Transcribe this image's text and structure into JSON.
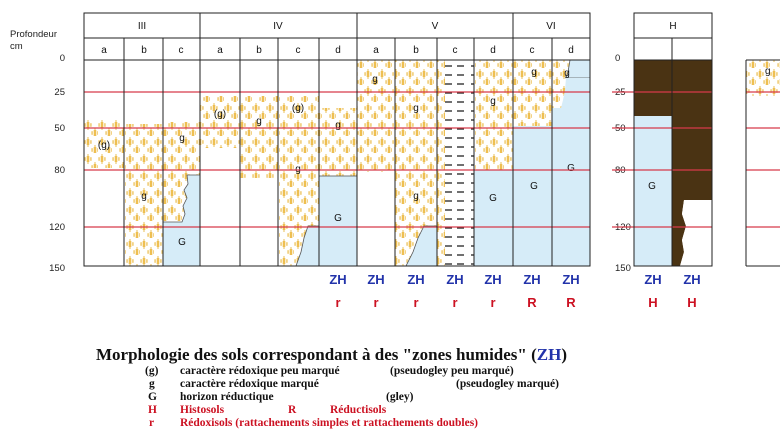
{
  "depth_axis": {
    "label_line1": "Profondeur",
    "label_line2": "cm",
    "ticks": [
      "0",
      "25",
      "50",
      "80",
      "120",
      "150"
    ]
  },
  "groups": [
    "III",
    "IV",
    "V",
    "VI",
    "H"
  ],
  "columns": [
    "a",
    "b",
    "c",
    "a",
    "b",
    "c",
    "d",
    "a",
    "b",
    "c",
    "d",
    "c",
    "d"
  ],
  "h_columns": [
    "",
    ""
  ],
  "cell_symbols": {
    "III_a": "(g)",
    "III_b": "g",
    "III_c_top": "g",
    "III_c_bottom": "G",
    "IV_a": "(g)",
    "IV_b": "g",
    "IV_c_top": "(g)",
    "IV_c_mid": "g",
    "IV_d_top": "g",
    "IV_d_bottom": "G",
    "V_a": "g",
    "V_b_top": "g",
    "V_b_bottom": "g",
    "V_d_top": "g",
    "V_d_bottom": "G",
    "VI_c_top": "g",
    "VI_c_bottom": "G",
    "VI_d_top": "g",
    "VI_d_bottom": "G",
    "H_a": "G",
    "partial_right": "g"
  },
  "classification": {
    "zh": [
      "ZH",
      "ZH",
      "ZH",
      "ZH",
      "ZH",
      "ZH",
      "ZH",
      "ZH",
      "ZH"
    ],
    "type": [
      "r",
      "r",
      "r",
      "r",
      "r",
      "R",
      "R",
      "H",
      "H"
    ]
  },
  "legend": {
    "title_before": "Morphologie des sols correspondant à des \"zones humides\" (",
    "title_zh": "ZH",
    "title_after": ")",
    "rows": [
      {
        "sym": "(g)",
        "text": "caractère rédoxique peu marqué",
        "note": "(pseudogley peu marqué)"
      },
      {
        "sym": "g",
        "text": "caractère rédoxique marqué",
        "note": "(pseudogley marqué)"
      },
      {
        "sym": "G",
        "text": "horizon réductique",
        "note": "(gley)"
      },
      {
        "sym": "H",
        "text": "Histosols",
        "sym2": "R",
        "text2": "Réductisols"
      },
      {
        "sym": "r",
        "text": "Rédoxisols (rattachements simples et rattachements doubles)"
      }
    ]
  },
  "colors": {
    "histosol_brown": "#4a3313",
    "gley_blue": "#d6ecf8",
    "redox_yellow": "#e9bf55",
    "depth_line_red": "#d63a4a",
    "zh_blue": "#2233aa",
    "type_red": "#cc1122"
  }
}
